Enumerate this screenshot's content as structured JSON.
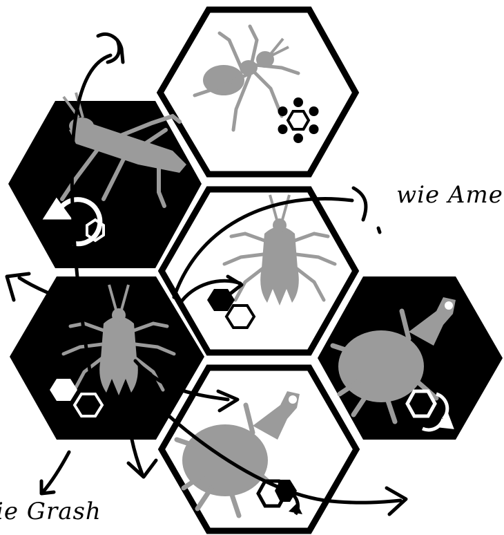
{
  "annotations": {
    "ant_note": "wie Ame",
    "grasshopper_note": "ie Grash"
  },
  "colors": {
    "white_tile": "#ffffff",
    "black_tile": "#000000",
    "bug": "#9b9b9b",
    "ink": "#000000"
  },
  "tiles": [
    {
      "piece": "ant",
      "side": "white",
      "icon": "ant-icon",
      "marker": "hex-ring-icon"
    },
    {
      "piece": "grasshopper",
      "side": "black",
      "icon": "grasshopper-icon",
      "marker": "rotate-arrows-icon"
    },
    {
      "piece": "mosquito",
      "side": "white",
      "icon": "mosquito-icon",
      "marker": "two-hex-icon"
    },
    {
      "piece": "mosquito",
      "side": "black",
      "icon": "mosquito-icon",
      "marker": "two-hex-icon"
    },
    {
      "piece": "beetle",
      "side": "black",
      "icon": "beetle-icon",
      "marker": "hex-arrows-icon"
    },
    {
      "piece": "beetle",
      "side": "white",
      "icon": "beetle-icon",
      "marker": "hex-arrows-icon"
    }
  ]
}
